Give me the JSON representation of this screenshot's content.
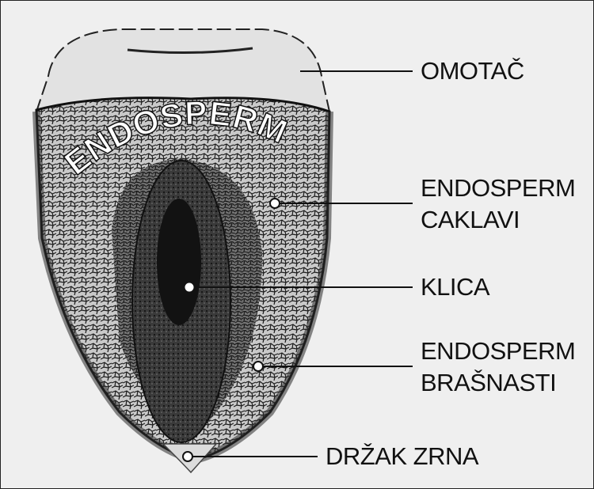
{
  "title_on_diagram": "ENDOSPERM",
  "labels": {
    "omotac": "OMOTAČ",
    "endosperm_caklavi_1": "ENDOSPERM",
    "endosperm_caklavi_2": "CAKLAVI",
    "klica": "KLICA",
    "endosperm_brasnasti_1": "ENDOSPERM",
    "endosperm_brasnasti_2": "BRAŠNASTI",
    "drzak_zrna": "DRŽAK ZRNA"
  },
  "colors": {
    "background": "#efefef",
    "seed_coat": "#e2e2e2",
    "endosperm_fill": "#8a8a8a",
    "embryo_fill": "#3a3a3a",
    "embryo_core": "#111111",
    "line": "#111111"
  }
}
